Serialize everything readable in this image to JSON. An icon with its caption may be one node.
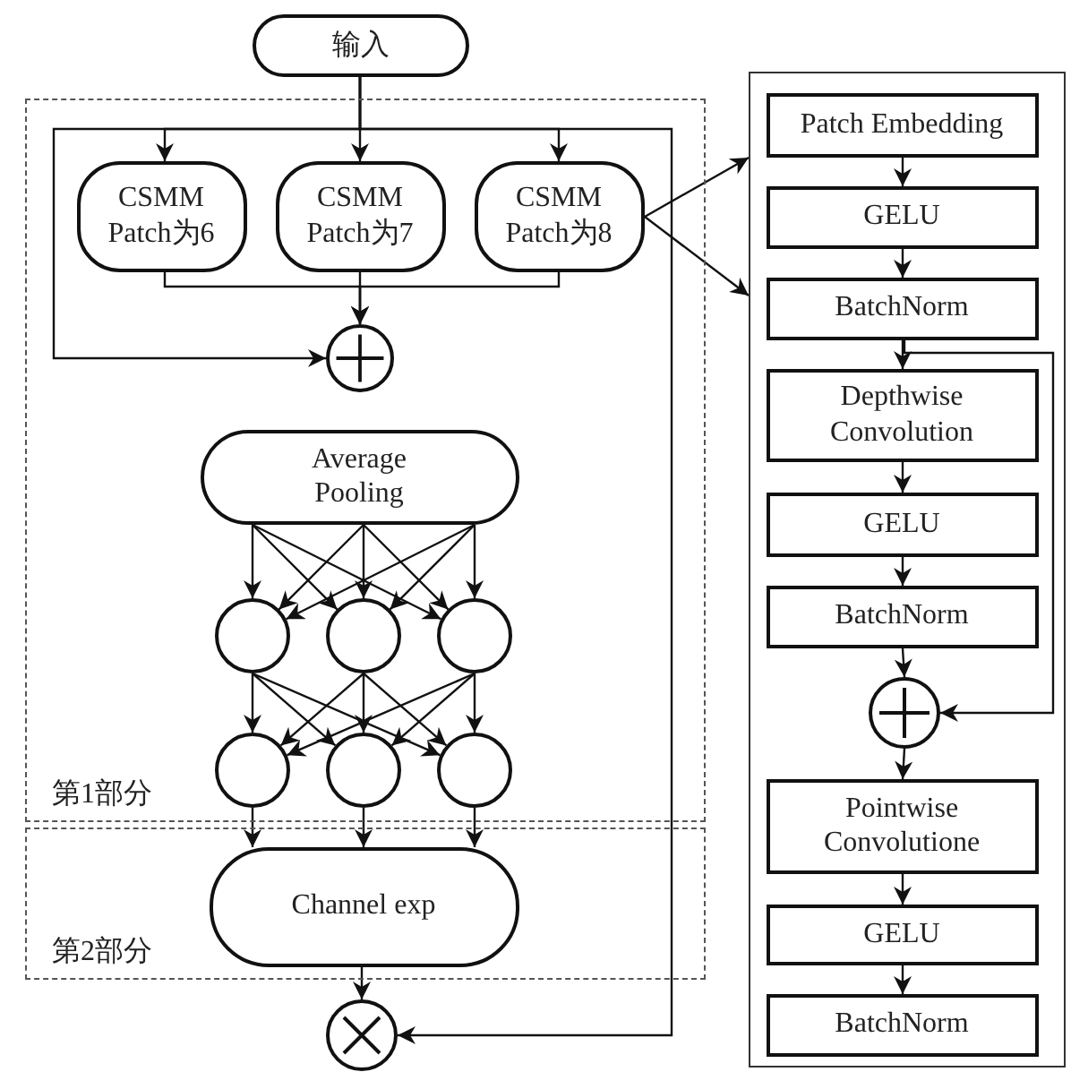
{
  "diagram": {
    "nodes": [
      {
        "text": [
          "输入"
        ]
      },
      {
        "text": [
          "第1部分"
        ]
      },
      {
        "text": [
          "第2部分"
        ]
      },
      {
        "text": [
          "CSMM Patch为6"
        ],
        "in": 1
      },
      {
        "text": [
          "CSMM Patch为7"
        ],
        "in": 1
      },
      {
        "text": [
          "CSMM Patch为8"
        ],
        "in": 1
      },
      {
        "text": [],
        "shape": "circle",
        "in": 1
      },
      {
        "text": [
          "Average Pooling"
        ],
        "in": 1
      },
      {
        "text": [],
        "shape": "circle",
        "in": 1
      },
      {
        "text": [],
        "shape": "circle",
        "in": 1
      },
      {
        "text": [],
        "shape": "circle",
        "in": 1
      },
      {
        "text": [],
        "shape": "circle",
        "in": 1
      },
      {
        "text": [],
        "shape": "circle",
        "in": 1
      },
      {
        "text": [],
        "shape": "circle",
        "in": 1
      },
      {
        "text": [
          "Channel exp"
        ],
        "in": 2
      },
      {
        "text": [],
        "shape": "circle"
      },
      {
        "text": [],
        "shape": "box"
      },
      {
        "text": [
          "Patch Embedding"
        ],
        "in": 16
      },
      {
        "text": [
          "GELU"
        ],
        "in": 16
      },
      {
        "text": [
          "BatchNorm"
        ],
        "in": 16
      },
      {
        "text": [
          "Depthwise Convolution"
        ],
        "in": 16
      },
      {
        "text": [
          "GELU"
        ],
        "in": 16
      },
      {
        "text": [
          "BatchNorm"
        ],
        "in": 16
      },
      {
        "text": [],
        "shape": "circle",
        "in": 16
      },
      {
        "text": [
          "Pointwise Convolutione"
        ],
        "in": 16
      },
      {
        "text": [
          "GELU"
        ],
        "in": 16
      },
      {
        "text": [
          "BatchNorm"
        ],
        "in": 16
      }
    ],
    "edges": [
      {
        "from": 0,
        "to": 3,
        "arrow": "to"
      },
      {
        "from": 0,
        "to": 4,
        "arrow": "to"
      },
      {
        "from": 0,
        "to": 5,
        "arrow": "to"
      },
      {
        "from": 0,
        "to": 6,
        "arrow": "to"
      },
      {
        "from": 0,
        "to": 15,
        "arrow": "to"
      },
      {
        "from": 3,
        "to": 6,
        "arrow": "to"
      },
      {
        "from": 4,
        "to": 6,
        "arrow": "to"
      },
      {
        "from": 5,
        "to": 6,
        "arrow": "to"
      },
      {
        "from": 5,
        "to": 16,
        "arrow": "to"
      },
      {
        "from": 5,
        "to": 16,
        "arrow": "to"
      },
      {
        "from": 7,
        "to": 8,
        "arrow": "to"
      },
      {
        "from": 7,
        "to": 9,
        "arrow": "to"
      },
      {
        "from": 7,
        "to": 10,
        "arrow": "to"
      },
      {
        "from": 7,
        "to": 8,
        "arrow": "to"
      },
      {
        "from": 7,
        "to": 9,
        "arrow": "to"
      },
      {
        "from": 7,
        "to": 10,
        "arrow": "to"
      },
      {
        "from": 7,
        "to": 8,
        "arrow": "to"
      },
      {
        "from": 7,
        "to": 9,
        "arrow": "to"
      },
      {
        "from": 7,
        "to": 10,
        "arrow": "to"
      },
      {
        "from": 8,
        "to": 11,
        "arrow": "to"
      },
      {
        "from": 8,
        "to": 12,
        "arrow": "to"
      },
      {
        "from": 8,
        "to": 13,
        "arrow": "to"
      },
      {
        "from": 9,
        "to": 11,
        "arrow": "to"
      },
      {
        "from": 9,
        "to": 12,
        "arrow": "to"
      },
      {
        "from": 9,
        "to": 13,
        "arrow": "to"
      },
      {
        "from": 10,
        "to": 11,
        "arrow": "to"
      },
      {
        "from": 10,
        "to": 12,
        "arrow": "to"
      },
      {
        "from": 10,
        "to": 13,
        "arrow": "to"
      },
      {
        "from": 11,
        "to": 14,
        "arrow": "to"
      },
      {
        "from": 12,
        "to": 14,
        "arrow": "to"
      },
      {
        "from": 13,
        "to": 14,
        "arrow": "to"
      },
      {
        "from": 14,
        "to": 15,
        "arrow": "to"
      },
      {
        "from": 17,
        "to": 18,
        "arrow": "to"
      },
      {
        "from": 18,
        "to": 19,
        "arrow": "to"
      },
      {
        "from": 19,
        "to": 20,
        "arrow": "to"
      },
      {
        "from": 20,
        "to": 21,
        "arrow": "to"
      },
      {
        "from": 21,
        "to": 22,
        "arrow": "to"
      },
      {
        "from": 22,
        "to": 23,
        "arrow": "to"
      },
      {
        "from": 19,
        "to": 23,
        "arrow": "to"
      },
      {
        "from": 23,
        "to": 24,
        "arrow": "to"
      },
      {
        "from": 24,
        "to": 25,
        "arrow": "to"
      },
      {
        "from": 25,
        "to": 26,
        "arrow": "to"
      }
    ]
  }
}
